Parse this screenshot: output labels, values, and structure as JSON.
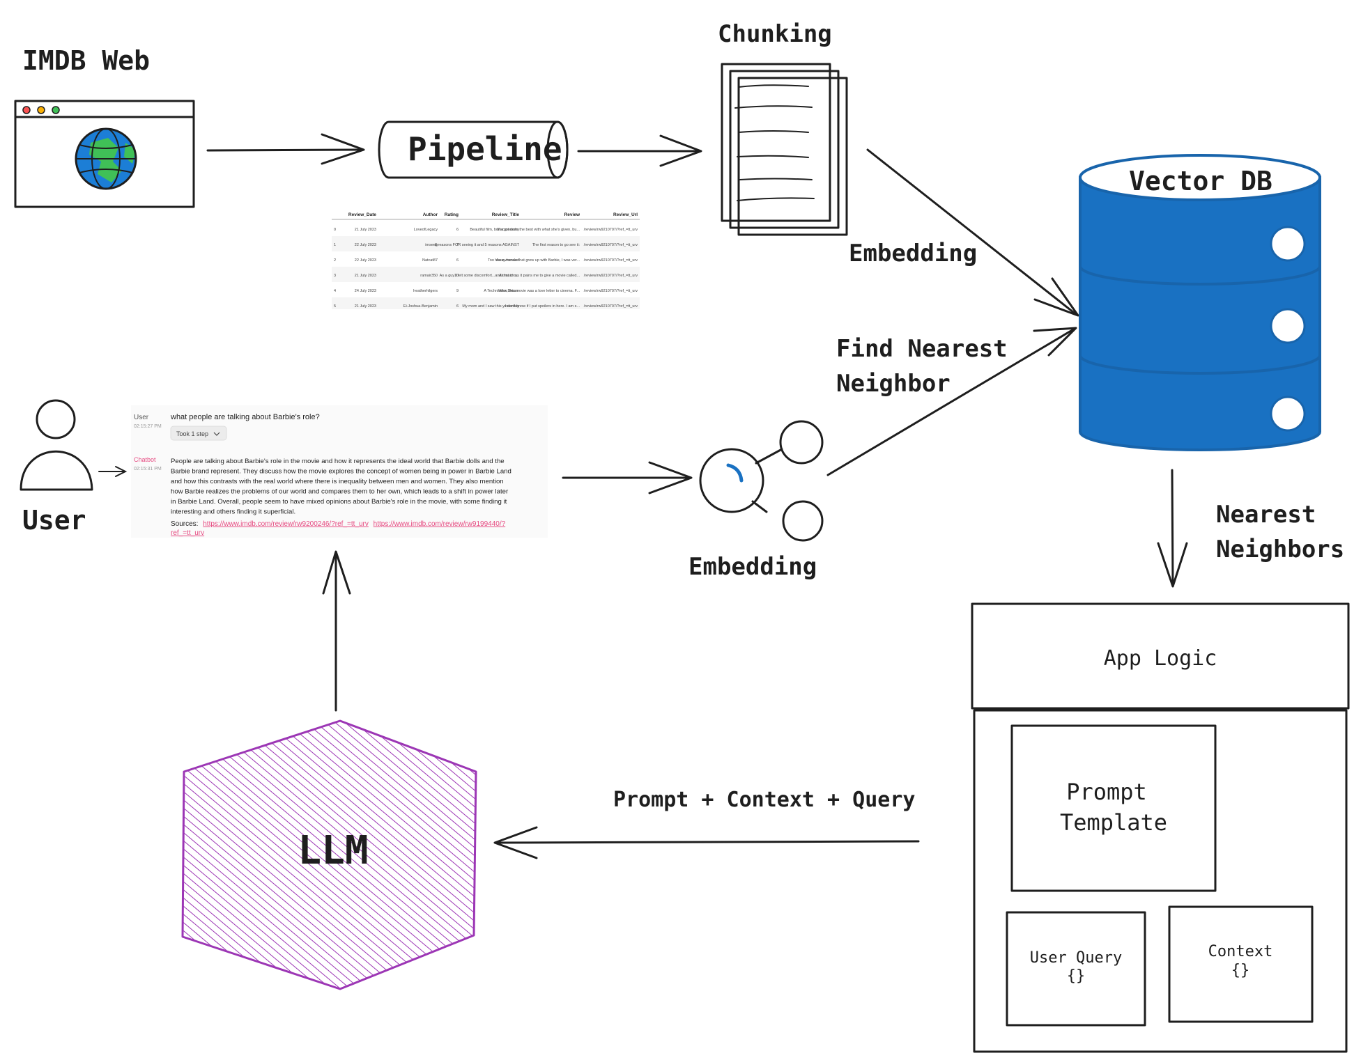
{
  "labels": {
    "imdb_web": "IMDB Web",
    "pipeline": "Pipeline",
    "chunking": "Chunking",
    "vector_db": "Vector DB",
    "embedding_top": "Embedding",
    "find_nearest": [
      "Find Nearest",
      "Neighbor"
    ],
    "embedding_mid": "Embedding",
    "user": "User",
    "nearest_neighbors": [
      "Nearest",
      "Neighbors"
    ],
    "app_logic": "App Logic",
    "prompt_template": [
      "Prompt",
      "Template"
    ],
    "user_query": "User Query",
    "user_query_braces": "{}",
    "context": "Context",
    "context_braces": "{}",
    "llm": "LLM",
    "prompt_context_query": "Prompt + Context + Query"
  },
  "review_table": {
    "columns": [
      "",
      "Review_Date",
      "Author",
      "Rating",
      "Review_Title",
      "Review",
      "Review_Url"
    ],
    "rows": [
      [
        "0",
        "21 July 2023",
        "LoveofLegacy",
        "6",
        "Beautiful film, but so preachy",
        "Margot does the best with what she's given, bu...",
        "/review/rw9210707/?ref_=tt_urv"
      ],
      [
        "1",
        "22 July 2023",
        "imseeg",
        "7",
        "8 reasons FOR seeing it and 5 reasons AGAINST",
        "The first reason to go see it:",
        "/review/rw9210707/?ref_=tt_urv"
      ],
      [
        "2",
        "22 July 2023",
        "Natcat87",
        "6",
        "Too heavy handed",
        "As a woman that grew up with Barbie, I was ver...",
        "/review/rw9210707/?ref_=tt_urv"
      ],
      [
        "3",
        "21 July 2023",
        "ramair350",
        "10",
        "As a guy I felt some discomfort...and that is o...",
        "As much as it pains me to give a movie called...",
        "/review/rw9210707/?ref_=tt_urv"
      ],
      [
        "4",
        "24 July 2023",
        "heatherhilgers",
        "9",
        "A Technicolor Dream",
        "Wow, this movie was a love letter to cinema. F...",
        "/review/rw9210707/?ref_=tt_urv"
      ],
      [
        "5",
        "21 July 2023",
        "Ei-Joshua-Benjamin",
        "6",
        "My mom and I saw this yesterday",
        "I don't know if I put spoilers in here. I am s...",
        "/review/rw9210707/?ref_=tt_urv"
      ]
    ]
  },
  "chat": {
    "user_role": "User",
    "user_time": "02:15:27 PM",
    "user_message": "what people are talking about Barbie's role?",
    "steps_label": "Took 1 step",
    "bot_role": "Chatbot",
    "bot_time": "02:15:31 PM",
    "bot_lines": [
      "People are talking about Barbie's role in the movie and how it represents the ideal world that Barbie dolls and the",
      "Barbie brand represent. They discuss how the movie explores the concept of women being in power in Barbie Land",
      "and how this contrasts with the real world where there is inequality between men and women. They also mention",
      "how Barbie realizes the problems of our world and compares them to her own, which leads to a shift in power later",
      "in Barbie Land. Overall, people seem to have mixed opinions about Barbie's role in the movie, with some finding it",
      "interesting and others finding it superficial."
    ],
    "sources_label": "Sources:",
    "source_link_1": "https://www.imdb.com/review/rw9200246/?ref_=tt_urv",
    "source_link_2": "https://www.imdb.com/review/rw9199440/?",
    "source_link_2_cont": "ref_=tt_urv"
  },
  "colors": {
    "vector_db": "#1971c2",
    "llm": "#9c36b5",
    "globe_ocean": "#1c7ed6",
    "globe_land": "#40c057",
    "panel_fill": "#e9ecef",
    "link": "#e64980",
    "dot_red": "#fa5252",
    "dot_yellow": "#fab005",
    "dot_green": "#40c057"
  }
}
